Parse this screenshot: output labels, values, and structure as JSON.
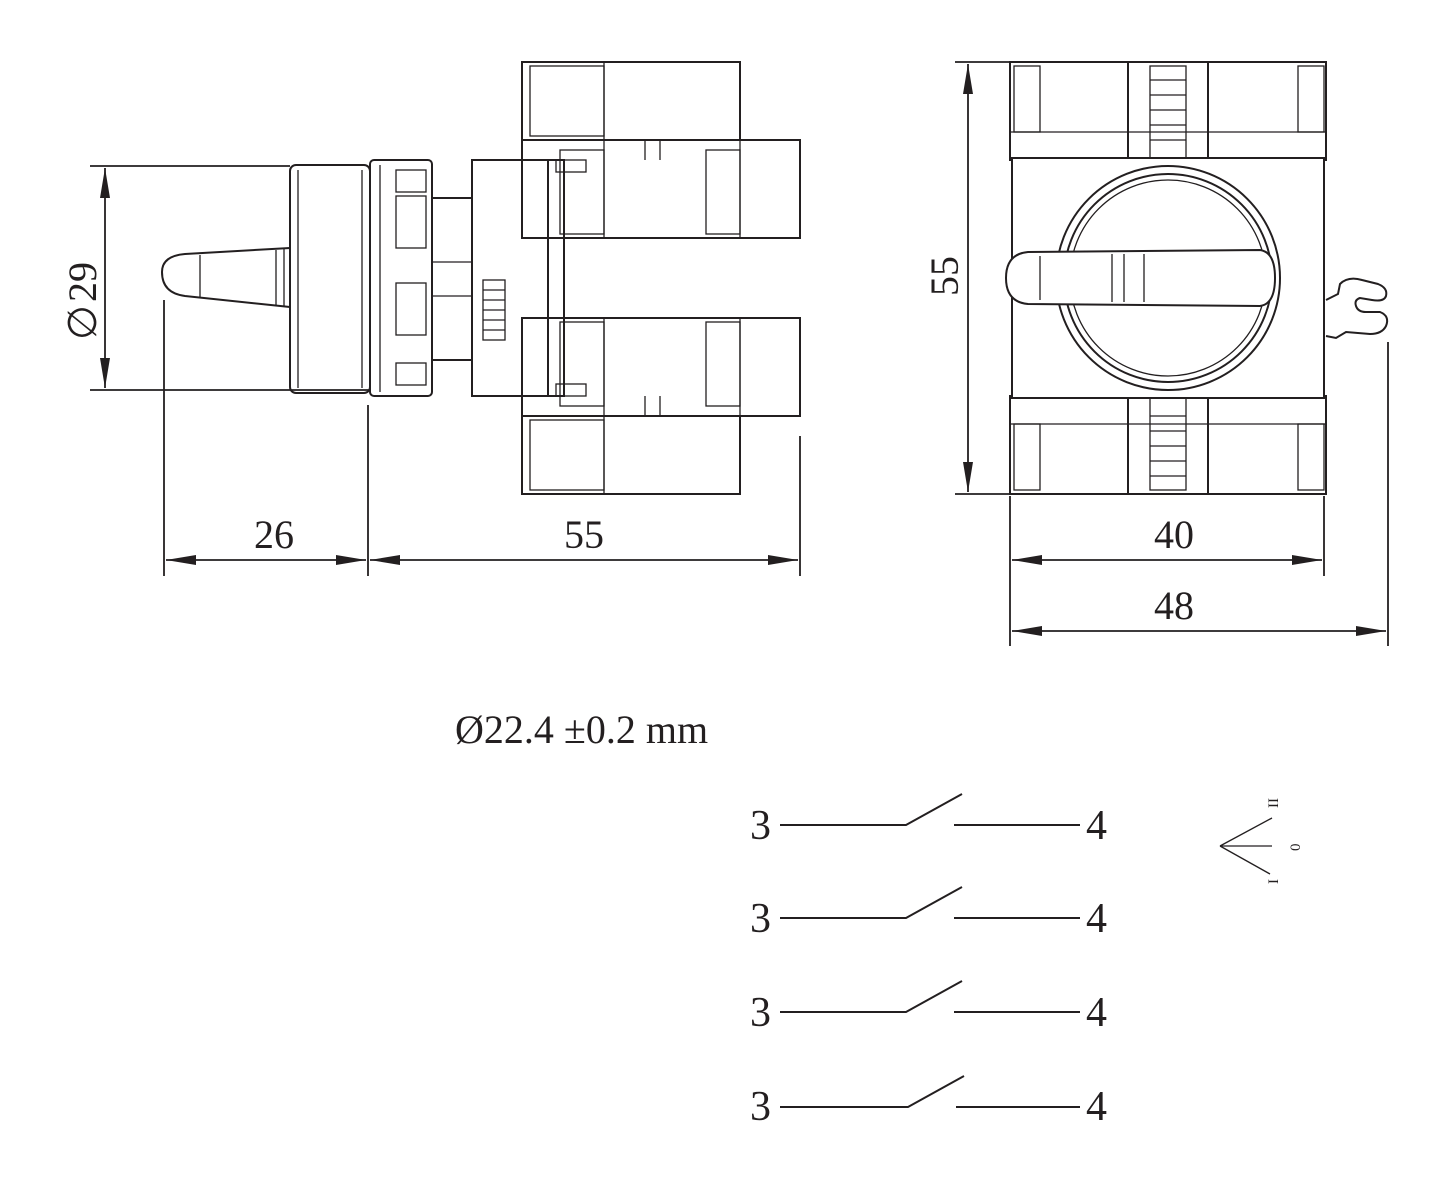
{
  "dimensions": {
    "diameter_label": "29",
    "handle_length": "26",
    "side_body_length": "55",
    "front_height": "55",
    "front_width_body": "40",
    "front_width_total": "48"
  },
  "hole_spec": "Ø22.4 ±0.2 mm",
  "contacts": [
    {
      "left": "3",
      "right": "4"
    },
    {
      "left": "3",
      "right": "4"
    },
    {
      "left": "3",
      "right": "4"
    },
    {
      "left": "3",
      "right": "4"
    }
  ],
  "positions": {
    "a": "I",
    "b": "0",
    "c": "II"
  }
}
